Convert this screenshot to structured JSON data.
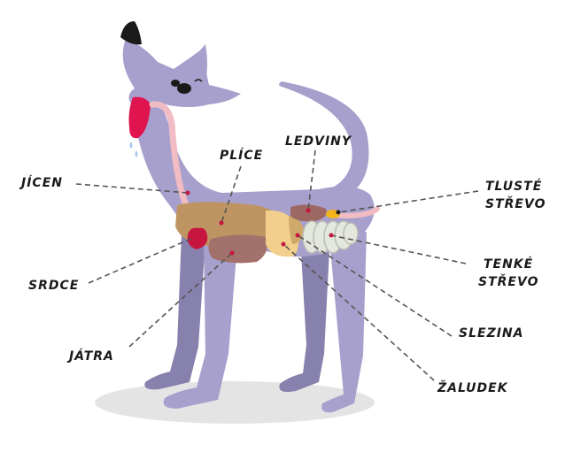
{
  "colors": {
    "body": "#a7a0cd",
    "body_dark": "#8781ad",
    "shadow": "#e4e4e4",
    "nose": "#1a1a1a",
    "tongue": "#e0144e",
    "drool": "#a9c9ea",
    "esophagus": "#f1bcc3",
    "lungs": "#bf9463",
    "liver": "#a3716b",
    "heart": "#c7153f",
    "kidney": "#9d6862",
    "stomach": "#f3cf8e",
    "spleen": "#cfa96a",
    "small_intestine": "#e4e7dd",
    "large_intestine": "#f1bcc3",
    "colon_marker": "#f4b41a",
    "marker": "#c7153f",
    "leader": "#555555",
    "text": "#1a1a1a"
  },
  "labels": {
    "jicen": "JÍCEN",
    "plice": "PLÍCE",
    "ledviny": "LEDVINY",
    "tluste_1": "TLUSTÉ",
    "tluste_2": "STŘEVO",
    "srdce": "SRDCE",
    "tenke_1": "TENKÉ",
    "tenke_2": "STŘEVO",
    "slezina": "SLEZINA",
    "jatra": "JÁTRA",
    "zaludek": "ŽALUDEK"
  }
}
